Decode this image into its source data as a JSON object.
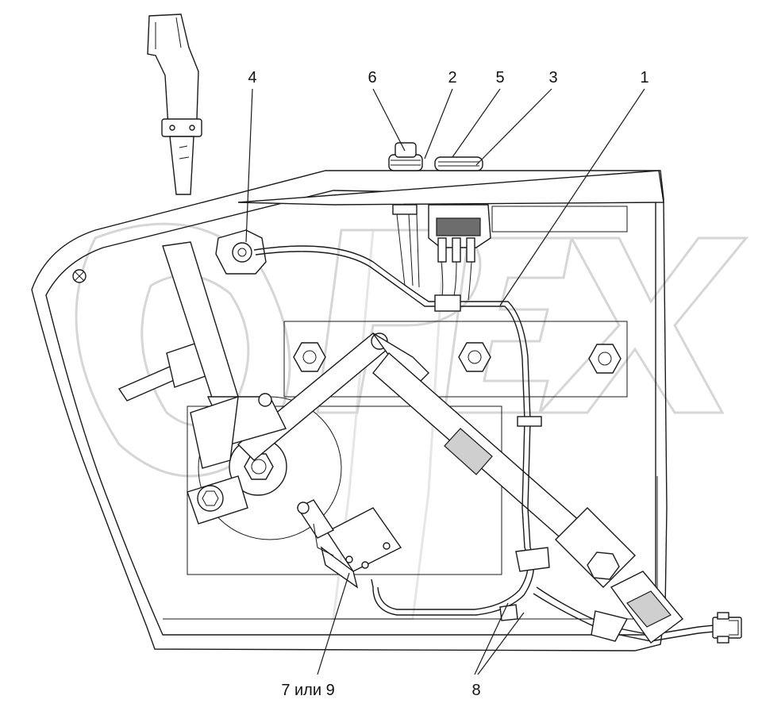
{
  "callouts": [
    {
      "id": "c1",
      "label": "1"
    },
    {
      "id": "c2",
      "label": "2"
    },
    {
      "id": "c3",
      "label": "3"
    },
    {
      "id": "c4",
      "label": "4"
    },
    {
      "id": "c5",
      "label": "5"
    },
    {
      "id": "c6",
      "label": "6"
    },
    {
      "id": "c7",
      "label": "7 или 9"
    },
    {
      "id": "c8",
      "label": "8"
    }
  ],
  "watermark": {
    "brand": "OPEX",
    "color": "#d6d6d6"
  },
  "colors": {
    "line": "#1a1a1a",
    "background": "#ffffff",
    "shade": "#cfcfcf"
  }
}
